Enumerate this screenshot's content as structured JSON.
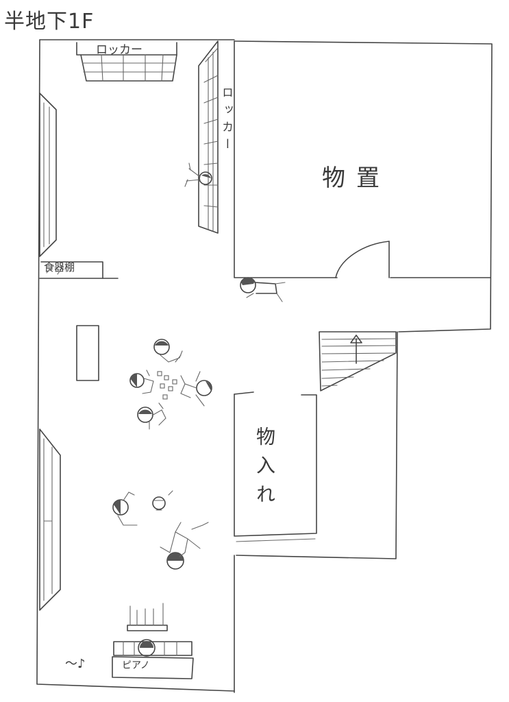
{
  "floor_title": "半地下1F",
  "rooms": {
    "locker_top": "ロッカー",
    "locker_side": "ロッカー",
    "storage_room": "物置",
    "cupboard": "食器棚",
    "closet": "物入れ",
    "piano": "ピアノ"
  },
  "annotations": {
    "tilde": "〜♪"
  }
}
